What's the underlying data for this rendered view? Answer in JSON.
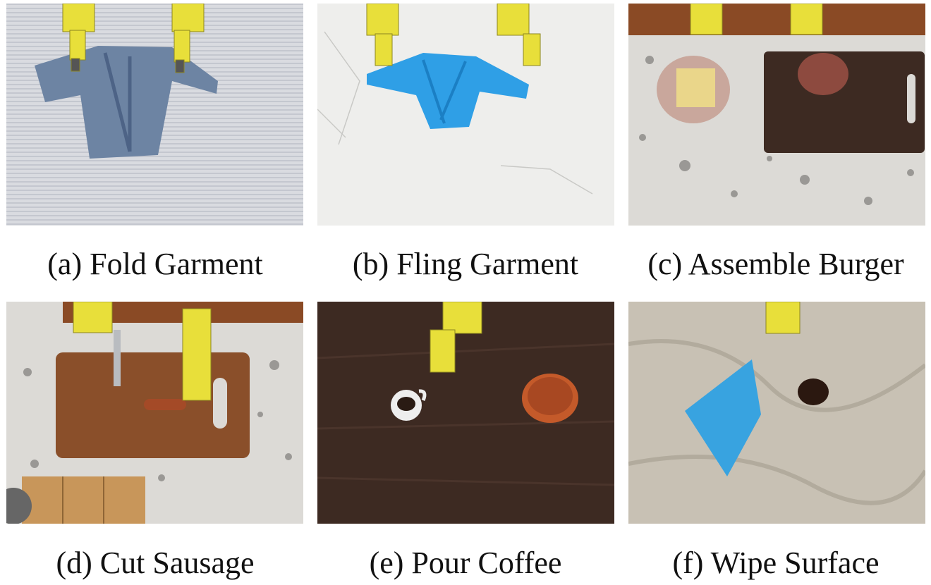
{
  "figure": {
    "panels": [
      {
        "id": "a",
        "caption": "(a) Fold Garment"
      },
      {
        "id": "b",
        "caption": "(b) Fling Garment"
      },
      {
        "id": "c",
        "caption": "(c) Assemble Burger"
      },
      {
        "id": "d",
        "caption": "(d) Cut Sausage"
      },
      {
        "id": "e",
        "caption": "(e) Pour Coffee"
      },
      {
        "id": "f",
        "caption": "(f) Wipe Surface"
      }
    ]
  },
  "colors": {
    "gripper_yellow": "#e8df3a",
    "garment_denim": "#6d84a3",
    "garment_blue": "#2f9fe6",
    "cutting_board": "#8a4f2a",
    "dark_wood_table": "#3d2a22",
    "terrazzo_counter": "#dcdad6",
    "marble_light": "#eeeeec",
    "sponge_cloth": "#38a3e0"
  }
}
